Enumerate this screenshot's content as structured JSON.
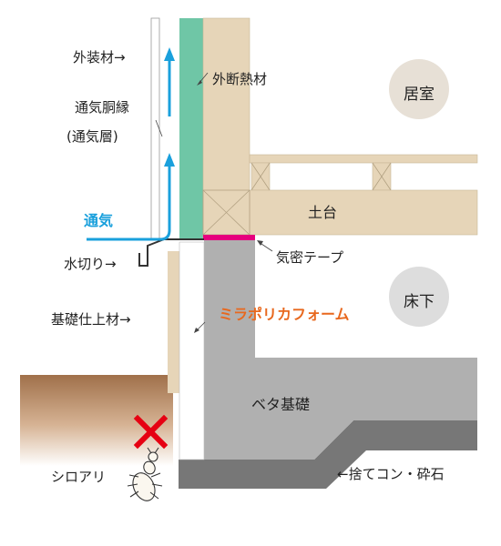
{
  "labels": {
    "exterior_cladding": "外装材→",
    "exterior_insulation": "外断熱材",
    "ventilation_furring": "通気胴縁",
    "ventilation_layer": "(通気層)",
    "ventilation": "通気",
    "flashing": "水切り→",
    "airtight_tape": "気密テープ",
    "foundation_finish": "基礎仕上材→",
    "mira_poly_foam": "ミラポリカフォーム",
    "sill": "土台",
    "living_room": "居室",
    "under_floor": "床下",
    "mat_foundation": "ベタ基礎",
    "blinding_concrete": "←捨てコン・砕石",
    "termite": "シロアリ"
  },
  "colors": {
    "ventilation": "#1aa0dc",
    "insulation": "#6fc6a6",
    "wood": "#e6d5b8",
    "concrete": "#b0b0b0",
    "airtight_tape": "#e6007e",
    "cross_mark": "#e60012",
    "foam_label": "#e8681e"
  }
}
